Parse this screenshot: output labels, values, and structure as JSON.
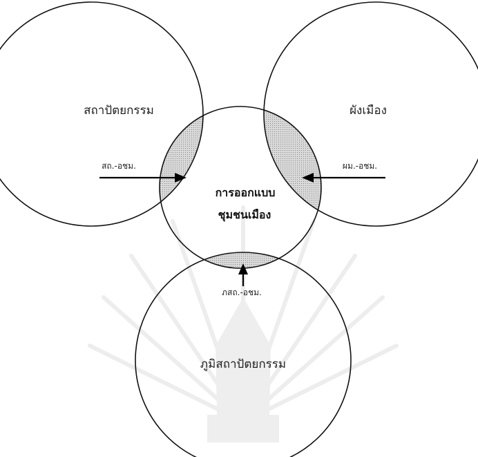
{
  "diagram": {
    "circles": {
      "architecture": "สถาปัตยกรรม",
      "urban_planning": "ผังเมือง",
      "center_line1": "การออกแบบ",
      "center_line2": "ชุมชนเมือง",
      "landscape": "ภูมิสถาปัตยกรรม"
    },
    "arrows": {
      "left": "สถ.-อชม.",
      "right": "ผม.-อชม.",
      "bottom": "ภสถ.-อชม."
    }
  }
}
